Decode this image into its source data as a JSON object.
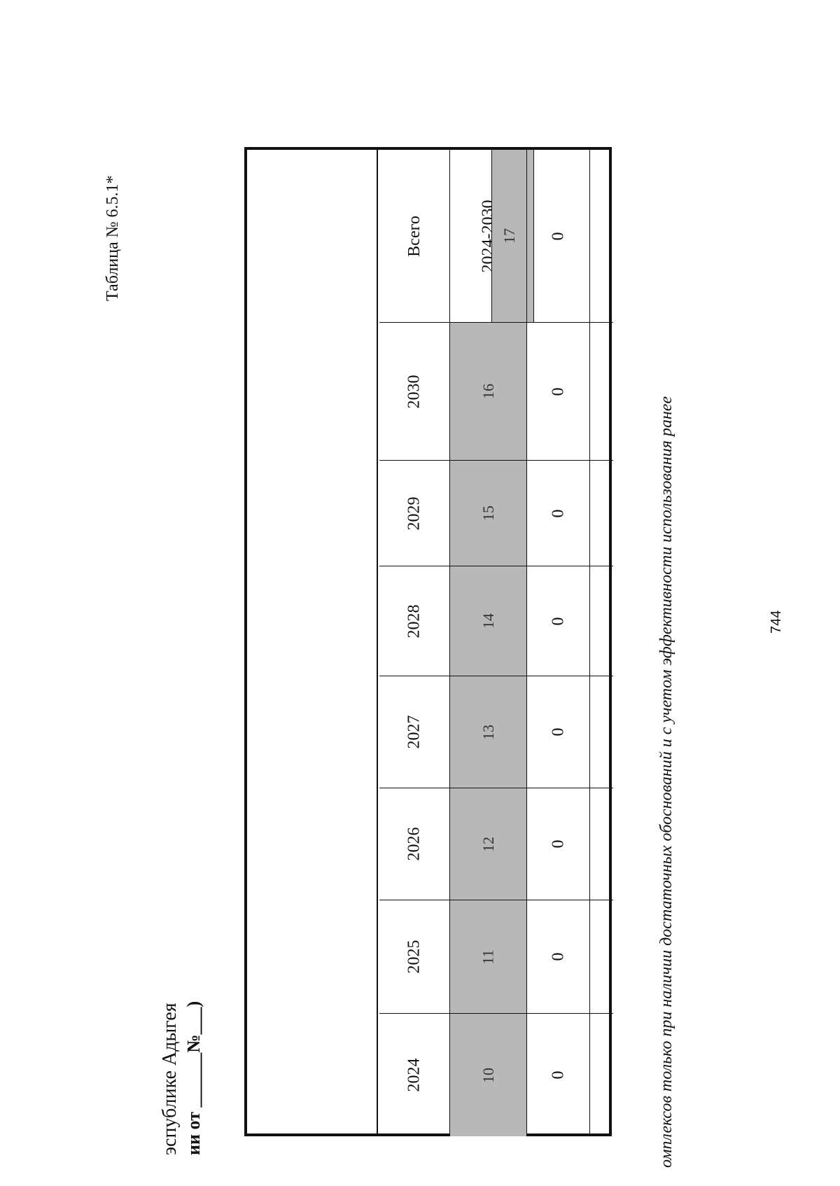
{
  "document": {
    "table_label": "Таблица № 6.5.1*",
    "heading_line1": "эспублике Адыгея",
    "heading_line2": "ии от ______№___)",
    "footnote": "омплексов только при наличии достаточных обоснований и с учетом эффективности использования ранее",
    "page_number": "744"
  },
  "table": {
    "total_label": "Всего",
    "total_range": "2024-2030",
    "columns": [
      {
        "year": "2024",
        "number": "10",
        "value": "0"
      },
      {
        "year": "2025",
        "number": "11",
        "value": "0"
      },
      {
        "year": "2026",
        "number": "12",
        "value": "0"
      },
      {
        "year": "2027",
        "number": "13",
        "value": "0"
      },
      {
        "year": "2028",
        "number": "14",
        "value": "0"
      },
      {
        "year": "2029",
        "number": "15",
        "value": "0"
      },
      {
        "year": "2030",
        "number": "16",
        "value": "0"
      }
    ],
    "total_column": {
      "number": "17",
      "value": "0"
    }
  }
}
